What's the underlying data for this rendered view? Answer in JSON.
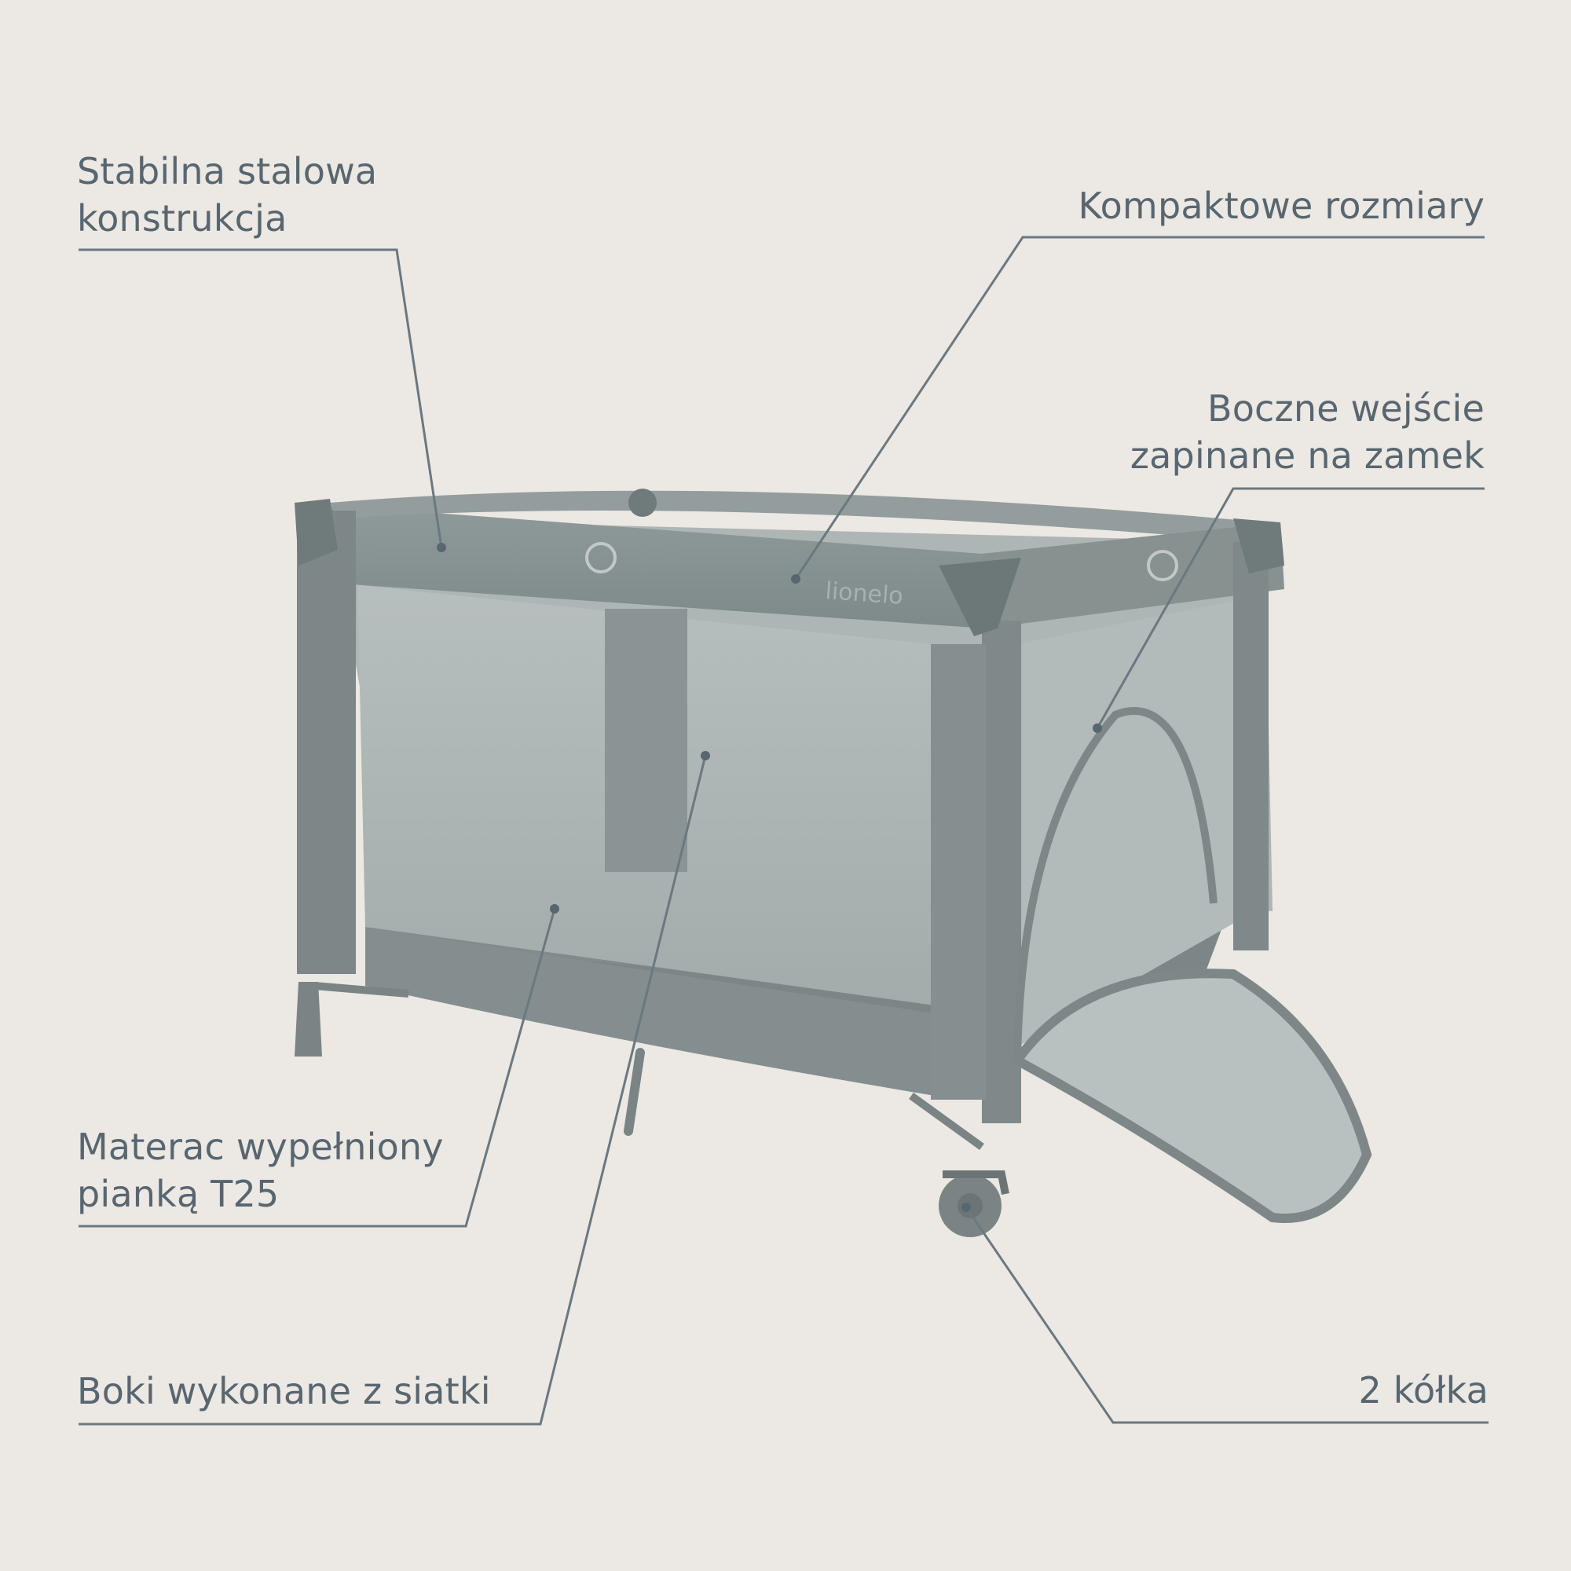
{
  "annotations": {
    "frame": {
      "line1": "Stabilna stalowa",
      "line2": "konstrukcja"
    },
    "size": {
      "line1": "Kompaktowe rozmiary"
    },
    "entrance": {
      "line1": "Boczne wejście",
      "line2": "zapinane na zamek"
    },
    "mattress": {
      "line1": "Materac wypełniony",
      "line2": "pianką T25"
    },
    "mesh": {
      "line1": "Boki wykonane z siatki"
    },
    "wheels": {
      "line1": "2 kółka"
    }
  },
  "product": {
    "brand_mark": "lionelo"
  },
  "colors": {
    "background": "#ece8e3",
    "text": "#586670",
    "line": "#6b7880",
    "fabric": "#8a9595"
  }
}
